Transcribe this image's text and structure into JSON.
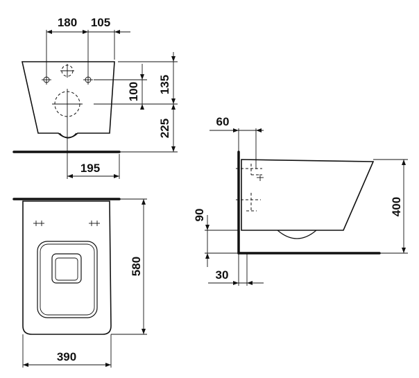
{
  "dimensions": {
    "top_view_hole_spacing": "180",
    "top_view_hole_offset": "105",
    "top_view_vertical_hole": "135",
    "top_view_hole_to_hole": "100",
    "top_view_drain_height": "225",
    "top_view_drain_offset": "195",
    "plan_length": "580",
    "plan_width": "390",
    "side_wall_offset": "60",
    "side_height": "400",
    "side_floor_height": "90",
    "side_floor_gap": "30"
  }
}
